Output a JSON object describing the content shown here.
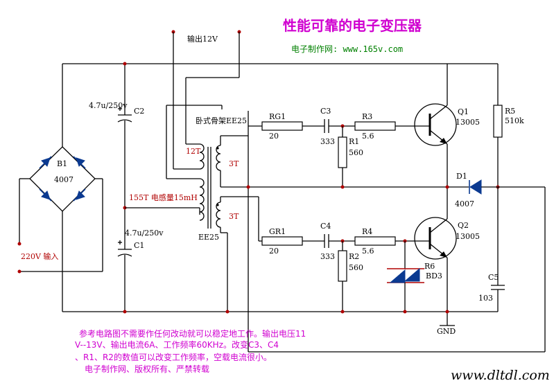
{
  "header": {
    "title": "性能可靠的电子变压器",
    "website": "电子制作网: www.165v.com"
  },
  "labels": {
    "output": "输出12V",
    "bobbin": "卧式骨架EE25",
    "winding_12t": "12T",
    "winding_3t_top": "3T",
    "winding_3t_bottom": "3T",
    "inductor": "155T 电感量15mH",
    "core": "EE25",
    "input": "220V 输入",
    "ground": "GND"
  },
  "components": {
    "b1_name": "B1",
    "b1_value": "4007",
    "c2_value": "4.7u/250v",
    "c2_name": "C2",
    "c1_value": "4.7u/250v",
    "c1_name": "C1",
    "rg1_name": "RG1",
    "rg1_value": "20",
    "gr1_name": "GR1",
    "gr1_value": "20",
    "c3_name": "C3",
    "c3_value": "333",
    "c4_name": "C4",
    "c4_value": "333",
    "r1_name": "R1",
    "r1_value": "560",
    "r2_name": "R2",
    "r2_value": "560",
    "r3_name": "R3",
    "r3_value": "5.6",
    "r4_name": "R4",
    "r4_value": "5.6",
    "q1_name": "Q1",
    "q1_value": "13005",
    "q2_name": "Q2",
    "q2_value": "13005",
    "r5_name": "R5",
    "r5_value": "510k",
    "d1_name": "D1",
    "d1_value": "4007",
    "r6_name": "R6",
    "bd3_name": "BD3",
    "c5_name": "C5",
    "c5_value": "103"
  },
  "notes": {
    "line1": "参考电路图不需要作任何改动就可以稳定地工作。输出电压11",
    "line2": "V--13V、输出电流6A、工作频率60KHz。改变C3、C4",
    "line3": "、R1、R2的数值可以改变工作频率，空载电流很小。",
    "line4": "电子制作网、版权所有、严禁转载"
  },
  "watermark": "www.dltdl.com"
}
